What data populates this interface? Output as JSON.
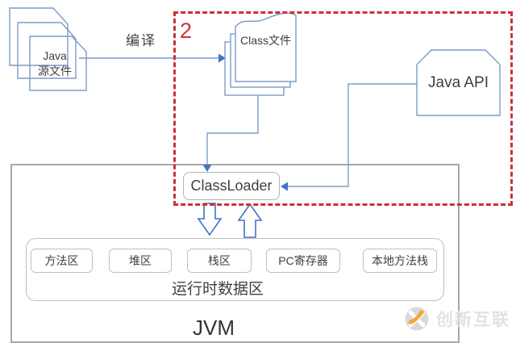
{
  "colors": {
    "line_blue": "#7b9cc9",
    "arrow_blue": "#4472c4",
    "dashed_red": "#cb3236",
    "jvm_border_gray": "#a9a9a9",
    "rounded_border_gray": "#bfbfbf",
    "text_dark": "#3f3f3f",
    "watermark_orange": "#f0a63c",
    "watermark_gray": "#d9d9d9"
  },
  "diagram": {
    "step_badge": "2",
    "compile_label": "编译",
    "source_files": {
      "line1": "Java",
      "line2": "源文件"
    },
    "class_file_label": "Class文件",
    "java_api_label": "Java API",
    "classloader_label": "ClassLoader",
    "jvm_label": "JVM",
    "runtime_area": {
      "label": "运行时数据区",
      "regions": [
        "方法区",
        "堆区",
        "栈区",
        "PC寄存器",
        "本地方法栈"
      ]
    }
  },
  "watermark": {
    "brand": "创新互联"
  }
}
